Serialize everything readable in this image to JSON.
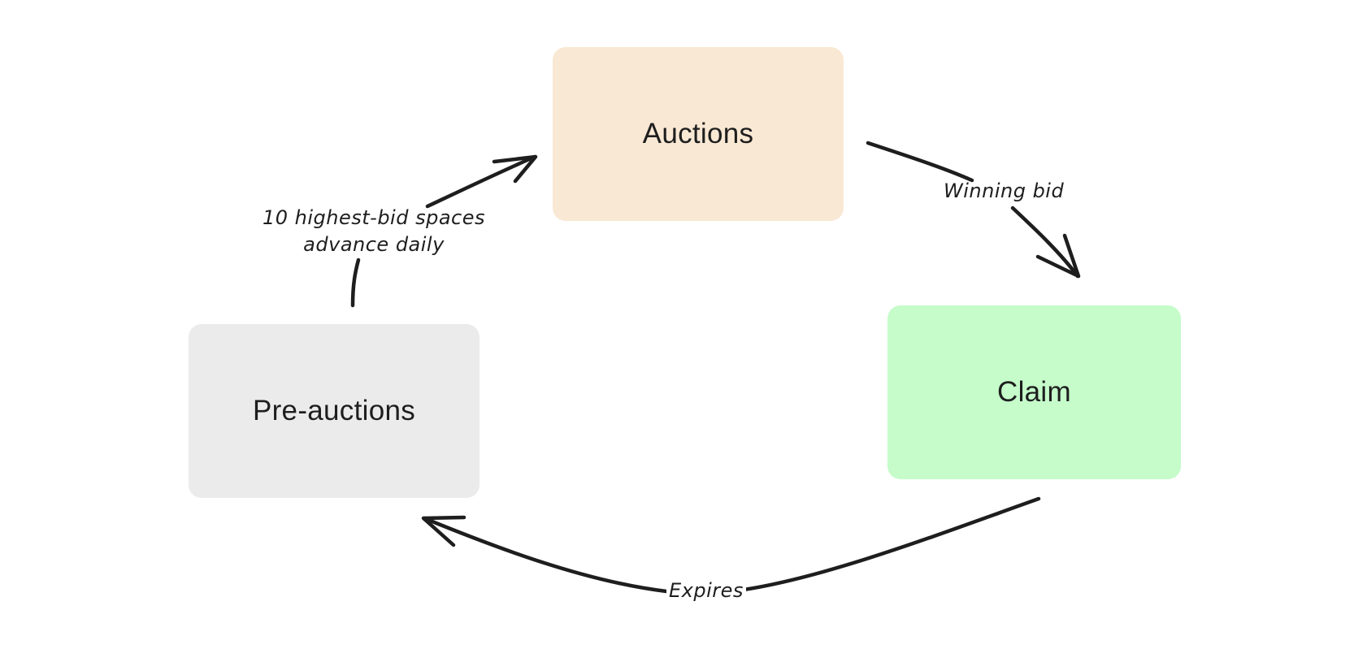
{
  "diagram": {
    "nodes": [
      {
        "id": "auctions",
        "label": "Auctions",
        "fill": "#f9e8d4"
      },
      {
        "id": "claim",
        "label": "Claim",
        "fill": "#c5fcca"
      },
      {
        "id": "pre_auctions",
        "label": "Pre-auctions",
        "fill": "#ebebeb"
      }
    ],
    "edges": [
      {
        "from": "pre_auctions",
        "to": "auctions",
        "label": "10 highest-bid spaces advance daily",
        "label_lines": [
          "10 highest-bid spaces",
          "advance daily"
        ]
      },
      {
        "from": "auctions",
        "to": "claim",
        "label": "Winning bid"
      },
      {
        "from": "claim",
        "to": "pre_auctions",
        "label": "Expires"
      }
    ],
    "stroke_color": "#1e1e1e"
  }
}
